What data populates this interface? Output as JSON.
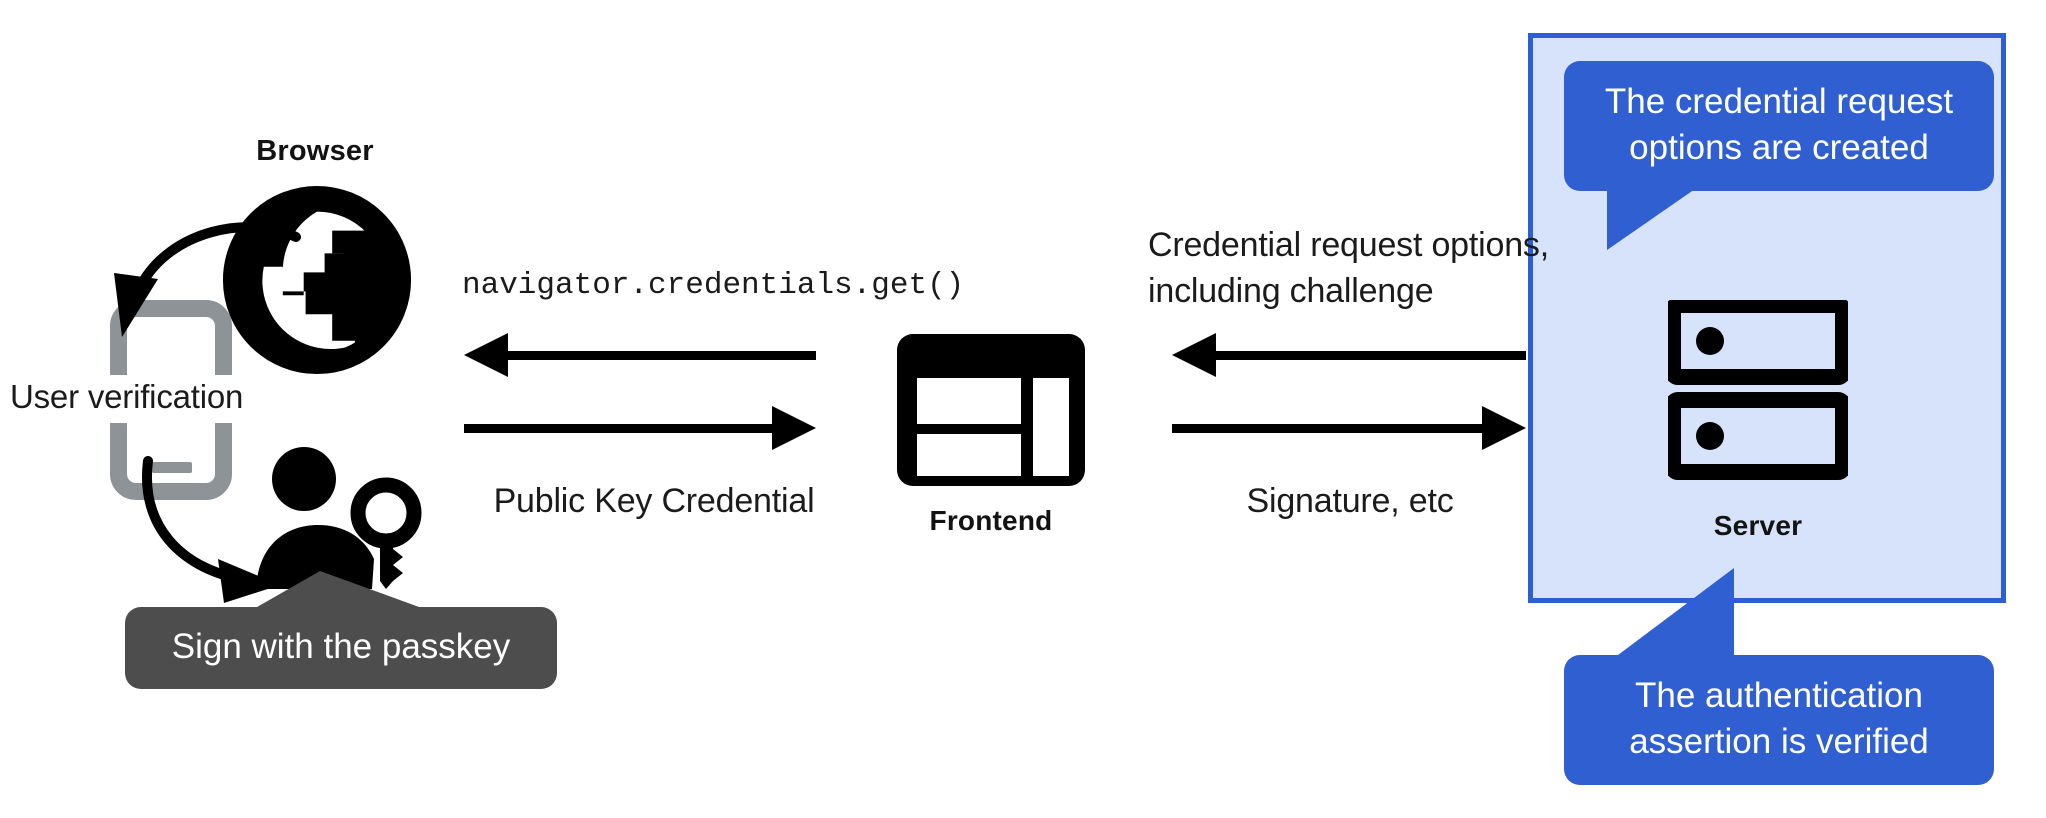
{
  "diagram": {
    "title": "WebAuthn passkey authentication flow",
    "colors": {
      "panel_fill": "#d7e3fb",
      "panel_border": "#2c5fd6",
      "callout_blue": "#2f5fd0",
      "tooltip_gray": "#4d4d4d",
      "icon_black": "#000000",
      "phone_gray": "#8e9398",
      "text_black": "#1b1b1b",
      "background": "#ffffff"
    }
  },
  "browser": {
    "label": "Browser",
    "icon": "globe-icon"
  },
  "device": {
    "icon": "smartphone-icon",
    "user_verification_label": "User verification"
  },
  "user": {
    "icon": "person-with-key-icon",
    "tooltip": "Sign with the passkey"
  },
  "frontend": {
    "label": "Frontend",
    "icon": "web-layout-icon"
  },
  "server": {
    "label": "Server",
    "icon": "server-racks-icon"
  },
  "flows": {
    "browser_frontend_top": {
      "label": "navigator.credentials.get()",
      "direction": "left",
      "arrow_icon": "arrow-left-icon"
    },
    "browser_frontend_bottom": {
      "label": "Public Key Credential",
      "direction": "right",
      "arrow_icon": "arrow-right-icon"
    },
    "frontend_server_top": {
      "label": "Credential request options,\ninclud​ing challenge",
      "direction": "left",
      "arrow_icon": "arrow-left-icon"
    },
    "frontend_server_bottom": {
      "label": "Signature, etc",
      "direction": "right",
      "arrow_icon": "arrow-right-icon"
    }
  },
  "callouts": {
    "top": "The credential request\noptions are created",
    "bottom": "The authentication\nassertion is verified"
  }
}
